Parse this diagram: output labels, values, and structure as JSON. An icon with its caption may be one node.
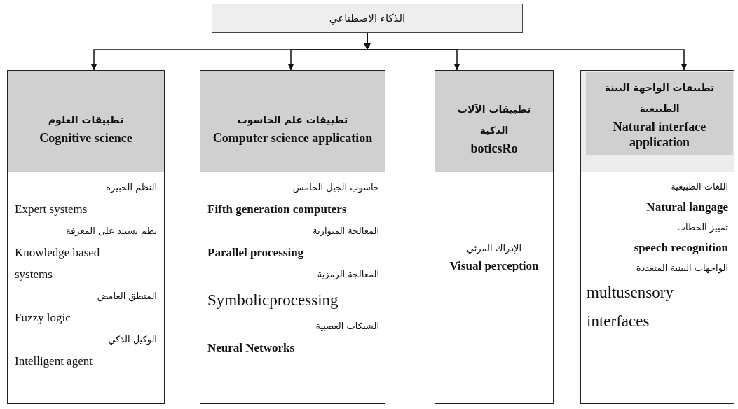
{
  "diagram": {
    "nodes": [
      {
        "text": [
          "الذكاء الاصطناعي"
        ]
      },
      {
        "text": [
          "تطبيقات العلوم",
          "Cognitive science",
          "النظم الخبيرة",
          "Expert systems",
          "نظم تستند على المعرفة",
          "Knowledge based systems",
          "المنطق الغامض",
          "Fuzzy logic",
          "الوكيل الذكي",
          "Intelligent agent"
        ]
      },
      {
        "text": [
          "تطبيقات علم الحاسوب",
          "Computer science application",
          "حاسوب الجيل الخامس",
          "Fifth generation computers",
          "المعالجة المتوازية",
          "Parallel processing",
          "المعالجة الرمزية",
          "Symbolicprocessing",
          "الشبكات العصبية",
          "Neural Networks"
        ]
      },
      {
        "text": [
          "تطبيقات الآلات الذكية",
          "boticsRo",
          "الإدراك المرئي",
          "Visual perception"
        ]
      },
      {
        "text": [
          "تطبيقات الواجهة البينة الطبيعية",
          "Natural interface application",
          "اللغات الطبيعية",
          "Natural langage",
          "تمييز الخطاب",
          "speech recognition",
          "الواجهات البينية المتعددة",
          "multusensory interfaces"
        ]
      }
    ],
    "edges": [
      {
        "from": 0,
        "to": 1,
        "arrow": "to"
      },
      {
        "from": 0,
        "to": 2,
        "arrow": "to"
      },
      {
        "from": 0,
        "to": 3,
        "arrow": "to"
      },
      {
        "from": 0,
        "to": 4,
        "arrow": "to"
      }
    ]
  }
}
